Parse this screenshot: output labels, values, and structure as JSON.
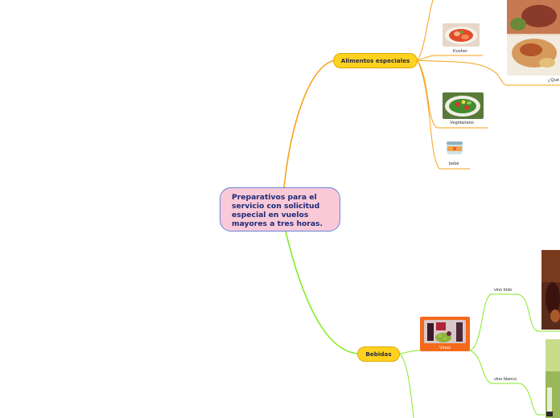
{
  "root": {
    "text": "Preparativos para el servicio con solicitud especial en vuelos mayores a tres horas."
  },
  "branches": {
    "alimentos": {
      "label": "Alimentos especiales",
      "items": {
        "kosher": "Kosher",
        "vegetariano": "Vegetariano",
        "bebe": "bebé",
        "que": "¿Qué"
      }
    },
    "bebidas": {
      "label": "Bebidas",
      "vinos": {
        "label": "Vinos",
        "items": {
          "tinto": "vino tinto",
          "blanco": "vino blanco"
        }
      }
    }
  },
  "colors": {
    "upper_branch_line": "#f7a21a",
    "lower_branch_line": "#86ea2a",
    "pill_fill": "#ffd21f",
    "vinos_fill": "#f46a1c",
    "root_fill": "#f9c9d7",
    "root_border": "#6a86d8"
  }
}
